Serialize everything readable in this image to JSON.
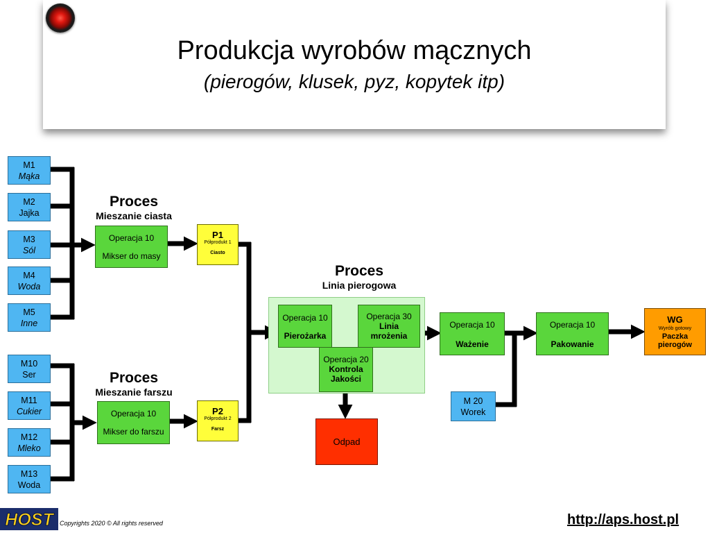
{
  "header": {
    "title": "Produkcja wyrobów mącznych",
    "subtitle": "(pierogów, klusek, pyz, kopytek itp)"
  },
  "materials_group1": [
    {
      "code": "M1",
      "name": "Mąka"
    },
    {
      "code": "M2",
      "name": "Jajka"
    },
    {
      "code": "M3",
      "name": "Sól"
    },
    {
      "code": "M4",
      "name": "Woda"
    },
    {
      "code": "M5",
      "name": "Inne"
    }
  ],
  "materials_group2": [
    {
      "code": "M10",
      "name": "Ser"
    },
    {
      "code": "M11",
      "name": "Cukier"
    },
    {
      "code": "M12",
      "name": "Mleko"
    },
    {
      "code": "M13",
      "name": "Woda"
    }
  ],
  "process_dough": {
    "heading": "Proces",
    "name": "Mieszanie ciasta",
    "op": "Operacja 10",
    "machine": "Mikser do masy"
  },
  "process_filling": {
    "heading": "Proces",
    "name": "Mieszanie farszu",
    "op": "Operacja 10",
    "machine": "Mikser do farszu"
  },
  "p1": {
    "code": "P1",
    "type": "Półprodukt 1",
    "name": "Ciasto"
  },
  "p2": {
    "code": "P2",
    "type": "Półprodukt 2",
    "name": "Farsz"
  },
  "line": {
    "heading": "Proces",
    "name": "Linia pierogowa",
    "op10": {
      "op": "Operacja 10",
      "name": "Pierożarka"
    },
    "op30": {
      "op": "Operacja 30",
      "name": "Linia mrożenia"
    },
    "op20": {
      "op": "Operacja 20",
      "name": "Kontrola Jakości"
    }
  },
  "waste": "Odpad",
  "weighing": {
    "op": "Operacja 10",
    "name": "Ważenie"
  },
  "packing": {
    "op": "Operacja 10",
    "name": "Pakowanie"
  },
  "m20": {
    "code": "M 20",
    "name": "Worek"
  },
  "wg": {
    "code": "WG",
    "type": "Wyrób gotowy",
    "name": "Paczka pierogów"
  },
  "footer": {
    "logo_text": "HOST",
    "copyright": "Copyrights 2020  © All rights reserved",
    "url": "http://aps.host.pl"
  },
  "colors": {
    "material": "#4fb6f2",
    "operation": "#5ad63c",
    "semi_product": "#fffe3a",
    "process_zone": "#d4f8cf",
    "waste": "#ff2f00",
    "finished_good": "#ff9c00"
  }
}
